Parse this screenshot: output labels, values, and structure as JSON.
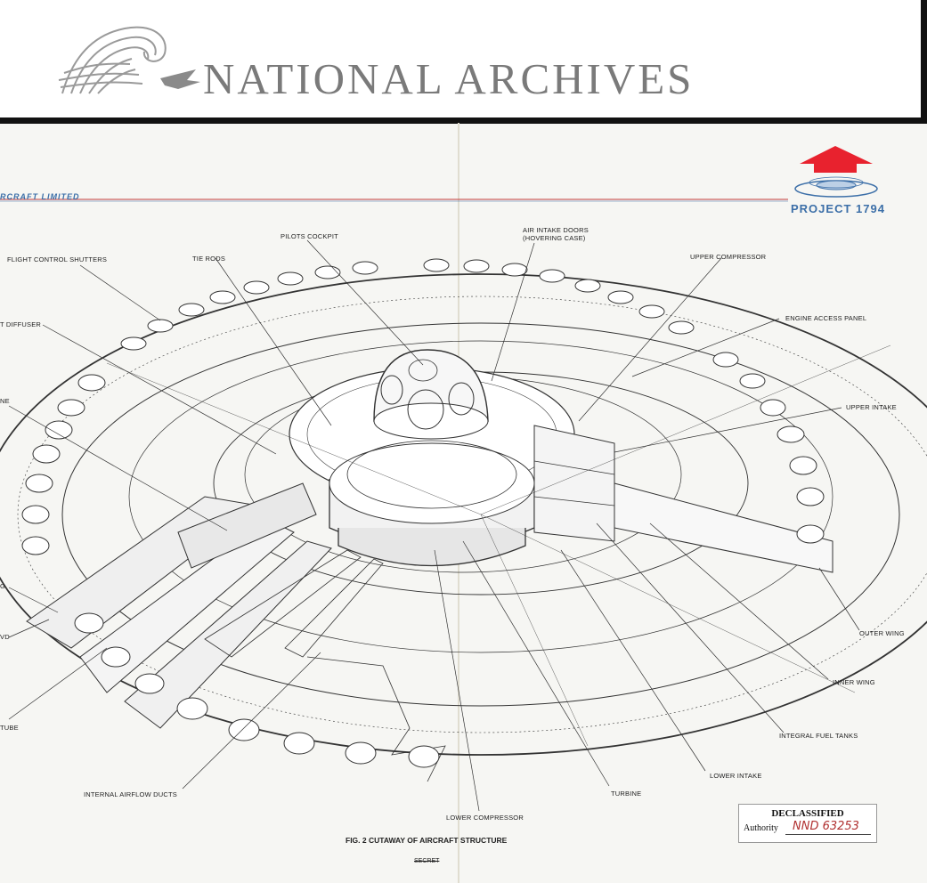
{
  "header": {
    "title": "NATIONAL ARCHIVES",
    "logo_icon": "wave-eagle-logo"
  },
  "document": {
    "company": "RCRAFT LIMITED",
    "project": "PROJECT 1794",
    "caption": "FIG. 2 CUTAWAY OF AIRCRAFT STRUCTURE",
    "classification_mark": "SECRET",
    "project_logo_icon": "arrow-saucer-logo"
  },
  "labels": {
    "pilots_cockpit": "PILOTS COCKPIT",
    "air_intake_doors_1": "AIR INTAKE DOORS",
    "air_intake_doors_2": "(HOVERING CASE)",
    "flight_control_shutters": "FLIGHT CONTROL SHUTTERS",
    "tie_rods": "TIE RODS",
    "upper_compressor": "UPPER COMPRESSOR",
    "engine_access_panel": "ENGINE ACCESS PANEL",
    "exhaust_diffuser": "T DIFFUSER",
    "partial_ne": "NE",
    "upper_intake": "UPPER INTAKE",
    "partial_g": "G",
    "partial_vd": "VD",
    "outer_wing": "OUTER WING",
    "inner_wing": "INNER WING",
    "partial_tube": "TUBE",
    "integral_fuel_tanks": "INTEGRAL FUEL TANKS",
    "lower_intake": "LOWER INTAKE",
    "internal_airflow_ducts": "INTERNAL AIRFLOW DUCTS",
    "turbine": "TURBINE",
    "lower_compressor": "LOWER COMPRESSOR"
  },
  "stamp": {
    "title": "DECLASSIFIED",
    "authority_label": "Authority",
    "authority_value": "NND 63253"
  },
  "colors": {
    "brand_red": "#e8222e",
    "brand_blue": "#3c6fa8",
    "archives_gray": "#7a7a7a"
  }
}
